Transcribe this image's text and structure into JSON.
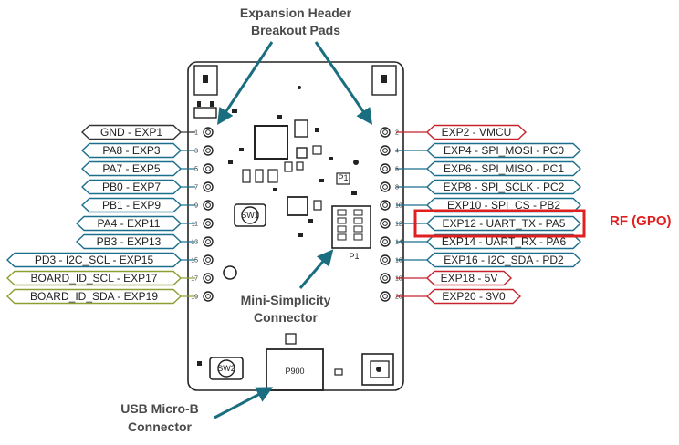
{
  "callouts": {
    "expansion_header": [
      "Expansion Header",
      "Breakout Pads"
    ],
    "mini_simplicity": [
      "Mini-Simplicity",
      "Connector"
    ],
    "usb": [
      "USB Micro-B",
      "Connector"
    ]
  },
  "board_labels": {
    "sw1": "SW1",
    "sw2": "SW2",
    "p1": "P1",
    "p900": "P900"
  },
  "left_pins": [
    {
      "num": "1",
      "label": "GND - EXP1",
      "type": "gnd"
    },
    {
      "num": "3",
      "label": "PA8 - EXP3",
      "type": "gpio"
    },
    {
      "num": "5",
      "label": "PA7 - EXP5",
      "type": "gpio"
    },
    {
      "num": "7",
      "label": "PB0 - EXP7",
      "type": "gpio"
    },
    {
      "num": "9",
      "label": "PB1 - EXP9",
      "type": "gpio"
    },
    {
      "num": "11",
      "label": "PA4 - EXP11",
      "type": "gpio"
    },
    {
      "num": "13",
      "label": "PB3 - EXP13",
      "type": "gpio"
    },
    {
      "num": "15",
      "label": "PD3 - I2C_SCL - EXP15",
      "type": "gpio"
    },
    {
      "num": "17",
      "label": "BOARD_ID_SCL - EXP17",
      "type": "board"
    },
    {
      "num": "19",
      "label": "BOARD_ID_SDA - EXP19",
      "type": "board"
    }
  ],
  "right_pins": [
    {
      "num": "2",
      "label": "EXP2 - VMCU",
      "type": "power"
    },
    {
      "num": "4",
      "label": "EXP4 - SPI_MOSI - PC0",
      "type": "gpio"
    },
    {
      "num": "6",
      "label": "EXP6 - SPI_MISO - PC1",
      "type": "gpio"
    },
    {
      "num": "8",
      "label": "EXP8 - SPI_SCLK - PC2",
      "type": "gpio"
    },
    {
      "num": "10",
      "label": "EXP10 - SPI_CS - PB2",
      "type": "gpio"
    },
    {
      "num": "12",
      "label": "EXP12 - UART_TX - PA5",
      "type": "gpio"
    },
    {
      "num": "14",
      "label": "EXP14 - UART_RX - PA6",
      "type": "gpio"
    },
    {
      "num": "16",
      "label": "EXP16 - I2C_SDA - PD2",
      "type": "gpio"
    },
    {
      "num": "18",
      "label": "EXP18 - 5V",
      "type": "power"
    },
    {
      "num": "20",
      "label": "EXP20 - 3V0",
      "type": "power"
    }
  ],
  "highlight": {
    "pin": "12",
    "note": "RF (GPO)",
    "color": "#e02020"
  },
  "colors": {
    "gnd": "#333333",
    "gpio": "#1a6e8e",
    "board": "#8aa032",
    "power": "#c8232c",
    "arrow": "#1a6e80"
  }
}
